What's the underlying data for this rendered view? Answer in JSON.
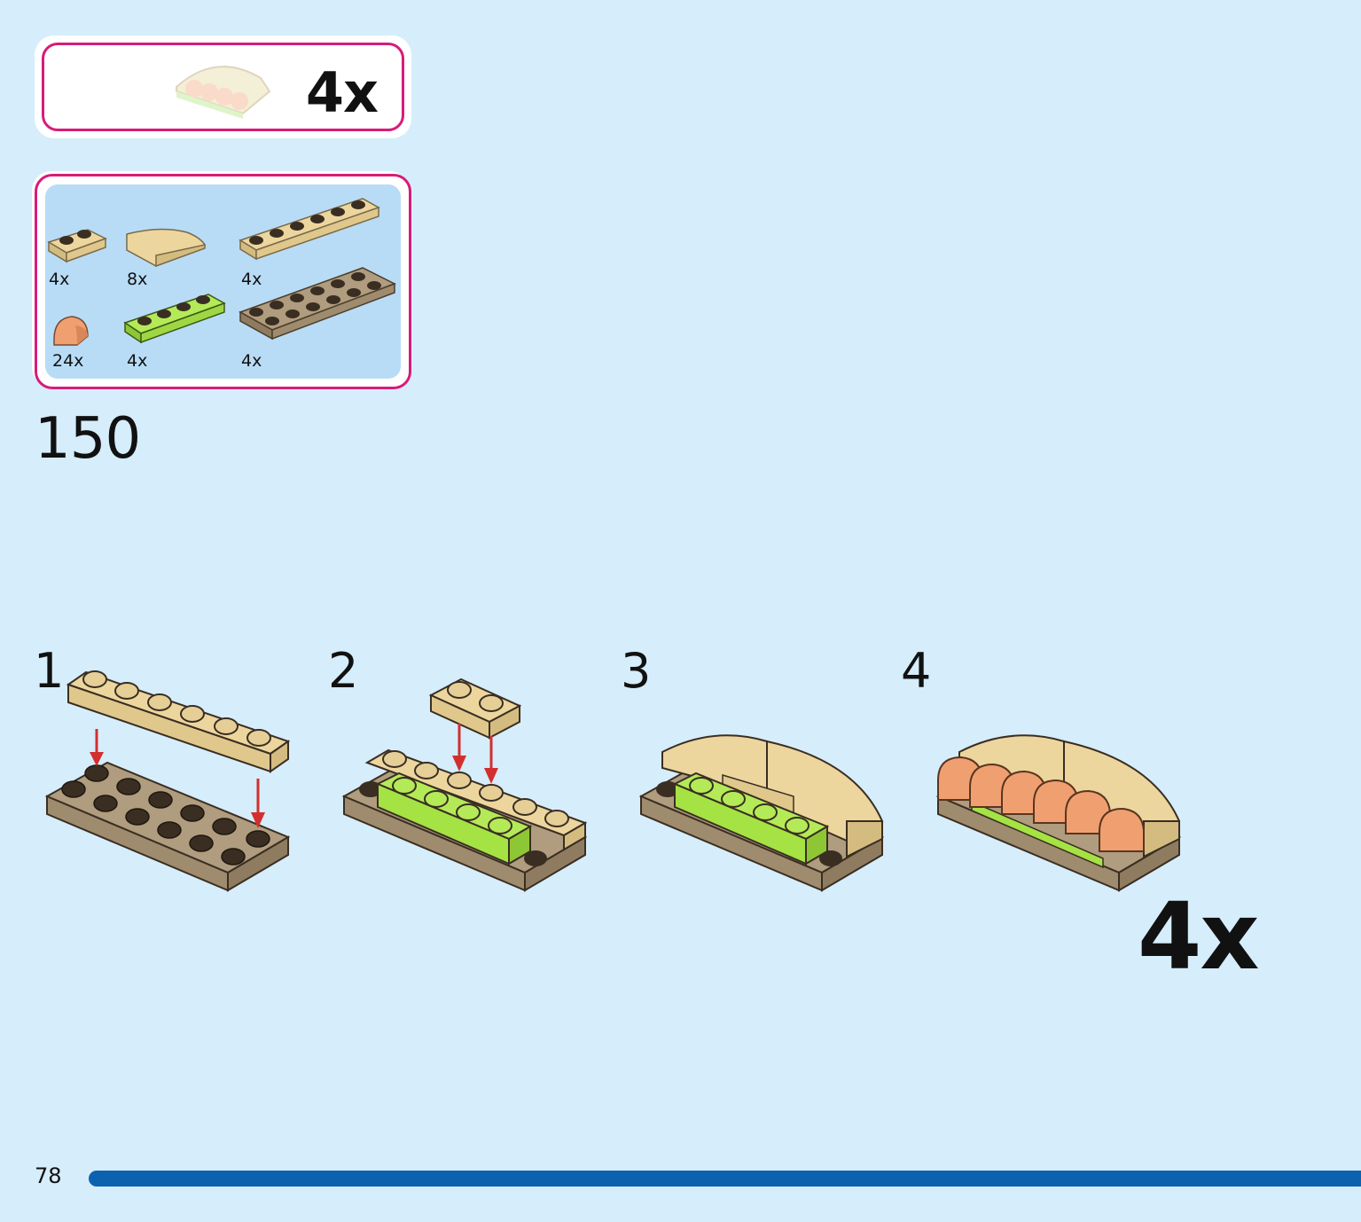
{
  "submodel": {
    "count": "4x"
  },
  "parts_list": {
    "items": [
      {
        "name": "tan-plate-1x2",
        "qty": "4x"
      },
      {
        "name": "tan-curved-slope",
        "qty": "8x"
      },
      {
        "name": "tan-plate-1x6",
        "qty": "4x"
      },
      {
        "name": "orange-round-brick",
        "qty": "24x"
      },
      {
        "name": "lime-plate-1x4",
        "qty": "4x"
      },
      {
        "name": "dark-tan-plate-2x6",
        "qty": "4x"
      }
    ]
  },
  "page_step": "150",
  "steps": [
    {
      "number": "1"
    },
    {
      "number": "2"
    },
    {
      "number": "3"
    },
    {
      "number": "4"
    }
  ],
  "multiplier": "4x",
  "page_number": "78",
  "colors": {
    "background": "#d6edfb",
    "accent_pink": "#d81b7a",
    "progress_blue": "#0d62b0",
    "tan": "#e6cf97",
    "dark_tan": "#a28f72",
    "lime": "#a5e244",
    "orange": "#f0a070",
    "arrow_red": "#d32f2f"
  }
}
